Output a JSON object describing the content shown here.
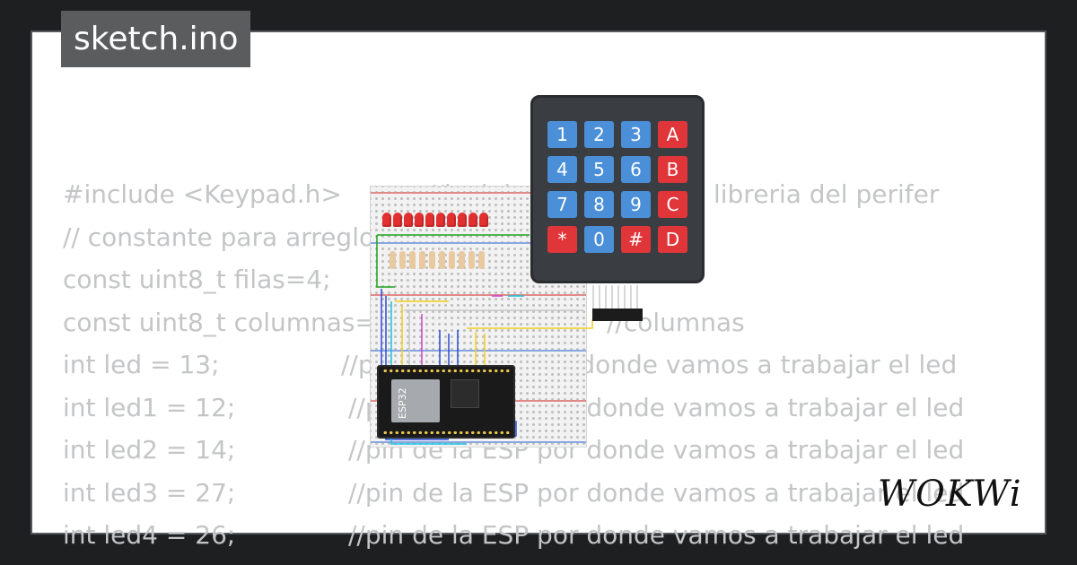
{
  "title": "sketch.ino",
  "brand": "WOKWi",
  "code_lines": [
    {
      "text": "#include <Keypad.h>",
      "comment": "//incluimos/llamar a la libreria del perifer"
    },
    {
      "text": "// constante para arreglo",
      "comment": ""
    },
    {
      "text": "const uint8_t filas=4;",
      "comment": ""
    },
    {
      "text": "const uint8_t columnas=",
      "comment": "//columnas"
    },
    {
      "text": "int led = 13;",
      "comment": "//pin de la ESP por donde vamos a trabajar el led"
    },
    {
      "text": "int led1 = 12;",
      "comment": "//pin de la ESP por donde vamos a trabajar el led"
    },
    {
      "text": "int led2 = 14;",
      "comment": "//pin de la ESP por donde vamos a trabajar el led"
    },
    {
      "text": "int led3 = 27;",
      "comment": "//pin de la ESP por donde vamos a trabajar el led"
    },
    {
      "text": "int led4 = 26;",
      "comment": "//pin de la ESP por donde vamos a trabajar el led"
    }
  ],
  "esp32_label": "ESP32",
  "keypad_keys": [
    "1",
    "2",
    "3",
    "A",
    "4",
    "5",
    "6",
    "B",
    "7",
    "8",
    "9",
    "C",
    "*",
    "0",
    "#",
    "D"
  ],
  "led_count": 10,
  "colors": {
    "background": "#1e1f21",
    "card": "#ffffff",
    "title_tab": "#5a5c5e",
    "code_text": "#c4c5c7",
    "key_blue": "#4a8fd8",
    "key_red": "#e0363a",
    "led_red": "#e23030"
  }
}
